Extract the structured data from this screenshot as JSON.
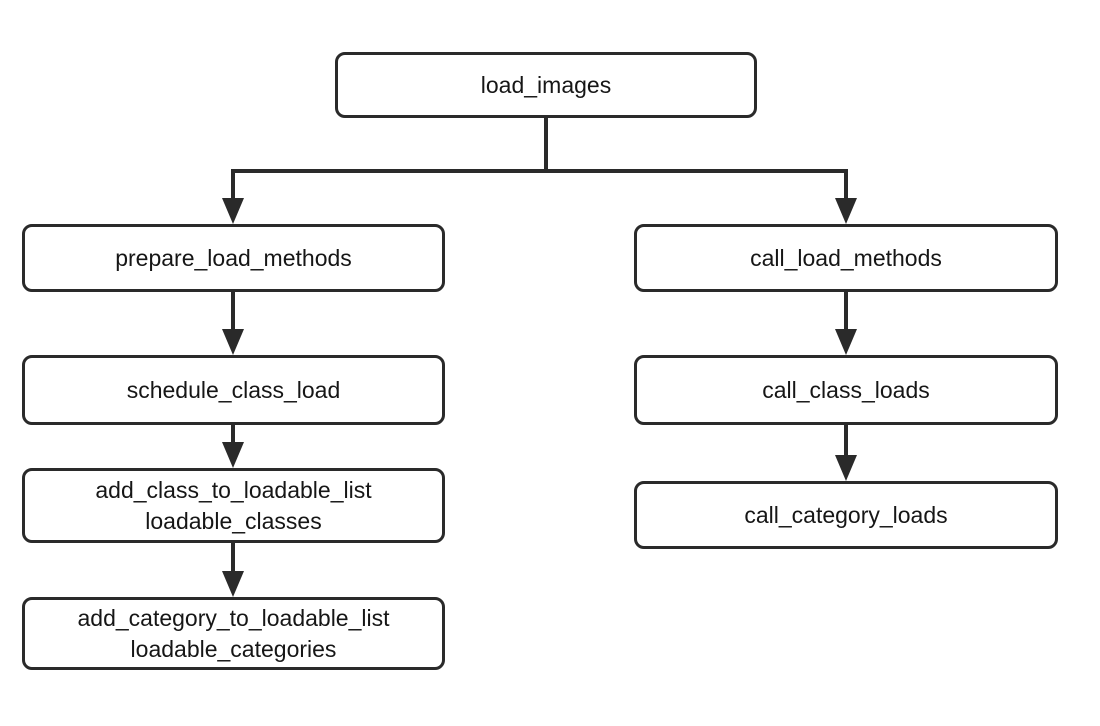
{
  "diagram": {
    "type": "flowchart",
    "colors": {
      "stroke": "#2a2a2a",
      "text": "#161616",
      "background": "#ffffff"
    },
    "nodes": {
      "root": {
        "id": "load_images",
        "lines": [
          "load_images"
        ]
      },
      "left": [
        {
          "id": "prepare_load_methods",
          "lines": [
            "prepare_load_methods"
          ]
        },
        {
          "id": "schedule_class_load",
          "lines": [
            "schedule_class_load"
          ]
        },
        {
          "id": "add_class_to_loadable_list",
          "lines": [
            "add_class_to_loadable_list",
            "loadable_classes"
          ]
        },
        {
          "id": "add_category_to_loadable_list",
          "lines": [
            "add_category_to_loadable_list",
            "loadable_categories"
          ]
        }
      ],
      "right": [
        {
          "id": "call_load_methods",
          "lines": [
            "call_load_methods"
          ]
        },
        {
          "id": "call_class_loads",
          "lines": [
            "call_class_loads"
          ]
        },
        {
          "id": "call_category_loads",
          "lines": [
            "call_category_loads"
          ]
        }
      ]
    },
    "edges": [
      {
        "from": "load_images",
        "to": "prepare_load_methods"
      },
      {
        "from": "load_images",
        "to": "call_load_methods"
      },
      {
        "from": "prepare_load_methods",
        "to": "schedule_class_load"
      },
      {
        "from": "schedule_class_load",
        "to": "add_class_to_loadable_list"
      },
      {
        "from": "add_class_to_loadable_list",
        "to": "add_category_to_loadable_list"
      },
      {
        "from": "call_load_methods",
        "to": "call_class_loads"
      },
      {
        "from": "call_class_loads",
        "to": "call_category_loads"
      }
    ]
  }
}
